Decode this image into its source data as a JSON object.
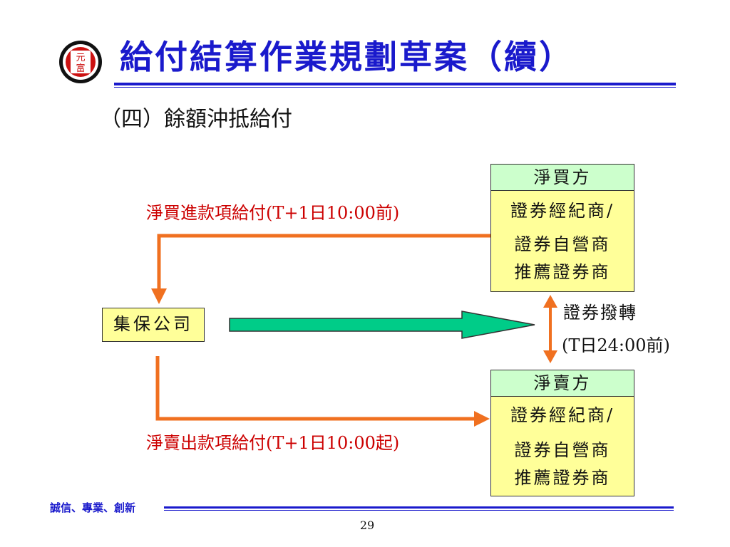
{
  "header": {
    "logo_text": "元富",
    "title": "給付結算作業規劃草案（續）"
  },
  "subtitle": "（四）餘額沖抵給付",
  "diagram": {
    "buyer": {
      "header": "淨買方",
      "lines": [
        "證券經紀商/",
        "證券自營商",
        "推薦證券商"
      ]
    },
    "seller": {
      "header": "淨賣方",
      "lines": [
        "證券經紀商/",
        "證券自營商",
        "推薦證券商"
      ]
    },
    "tdcc": "集保公司",
    "buy_payment_label": "淨買進款項給付(T+1日10:00前)",
    "sell_payment_label": "淨賣出款項給付(T+1日10:00起)",
    "securities_transfer": {
      "line1": "證券撥轉",
      "line2": "(T日24:00前)"
    },
    "colors": {
      "orange_arrow": "#f07020",
      "green_arrow": "#00cc88",
      "box_fill": "#ffff99",
      "header_fill": "#ccffcc",
      "label_red": "#cc0000"
    }
  },
  "footer": {
    "slogan": "誠信、專業、創新",
    "page_number": "29"
  }
}
